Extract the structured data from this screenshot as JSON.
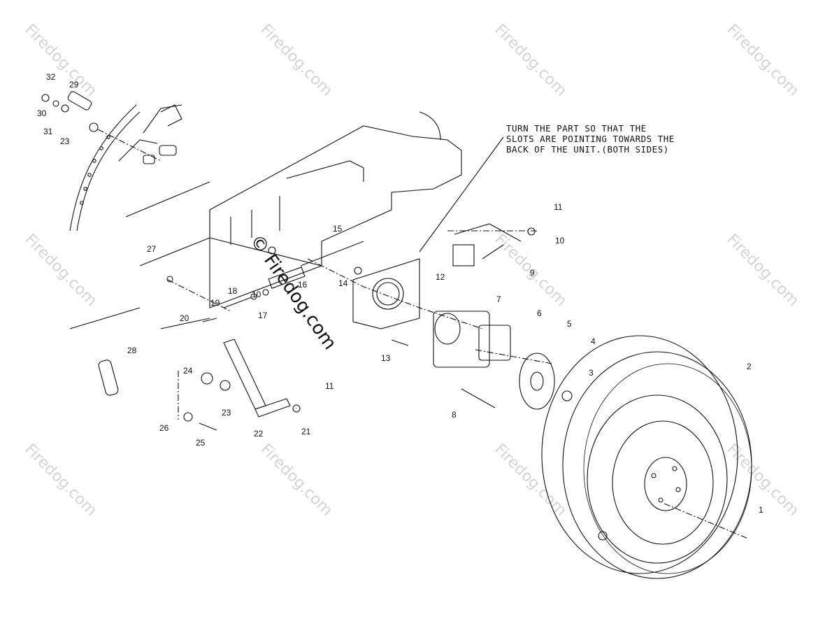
{
  "watermark": "Firedog.com",
  "center_watermark": "© Firedog.com",
  "note_lines": [
    "TURN THE PART SO THAT THE",
    "SLOTS ARE POINTING TOWARDS THE",
    "BACK OF THE UNIT.(BOTH SIDES)"
  ],
  "callouts": [
    "1",
    "2",
    "3",
    "4",
    "5",
    "6",
    "7",
    "8",
    "9",
    "10",
    "10",
    "11",
    "11",
    "12",
    "13",
    "14",
    "15",
    "16",
    "17",
    "18",
    "19",
    "20",
    "21",
    "22",
    "23",
    "23",
    "24",
    "25",
    "26",
    "27",
    "28",
    "29",
    "30",
    "31",
    "32"
  ]
}
